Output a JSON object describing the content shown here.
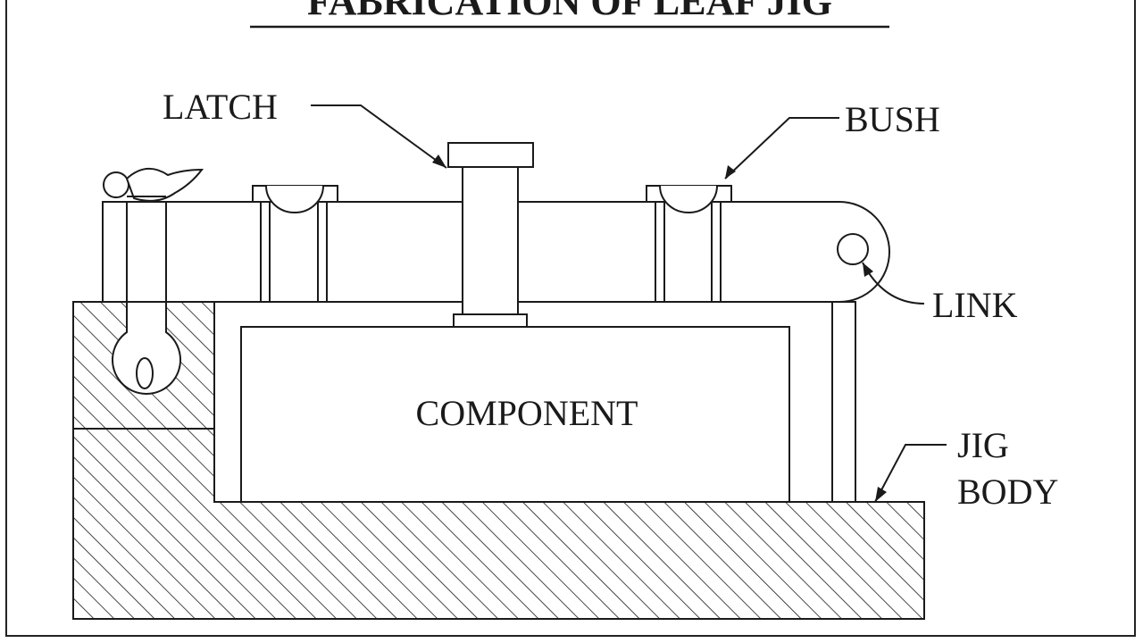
{
  "diagram": {
    "title": "FABRICATION OF LEAF JIG",
    "labels": {
      "latch": "LATCH",
      "bush": "BUSH",
      "link": "LINK",
      "component": "COMPONENT",
      "jig_body_line1": "JIG",
      "jig_body_line2": "BODY"
    },
    "colors": {
      "stroke": "#1a1a1a",
      "background": "#ffffff"
    }
  }
}
